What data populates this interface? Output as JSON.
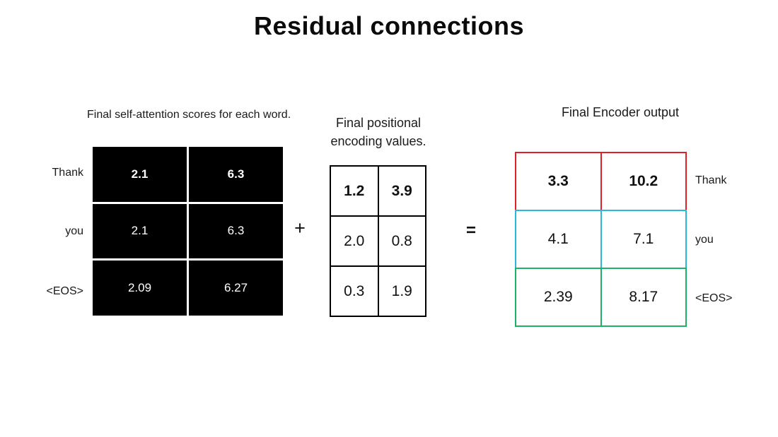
{
  "title": "Residual connections",
  "operators": {
    "plus": "+",
    "equals": "="
  },
  "colors": {
    "cell_black": "#000000",
    "cell_text_white": "#ffffff",
    "output_row_red": "#e02027",
    "output_row_cyan": "#29b8d8",
    "output_row_green": "#1bb264"
  },
  "attention": {
    "caption": "Final self-attention scores for each word.",
    "row_labels": [
      "Thank",
      "you",
      "<EOS>"
    ],
    "values": [
      [
        "2.1",
        "6.3"
      ],
      [
        "2.1",
        "6.3"
      ],
      [
        "2.09",
        "6.27"
      ]
    ]
  },
  "positional": {
    "caption": "Final positional encoding values.",
    "values": [
      [
        "1.2",
        "3.9"
      ],
      [
        "2.0",
        "0.8"
      ],
      [
        "0.3",
        "1.9"
      ]
    ]
  },
  "output": {
    "caption": "Final Encoder output",
    "row_labels": [
      "Thank",
      "you",
      "<EOS>"
    ],
    "row_colors": [
      "#e02027",
      "#29b8d8",
      "#1bb264"
    ],
    "values": [
      [
        "3.3",
        "10.2"
      ],
      [
        "4.1",
        "7.1"
      ],
      [
        "2.39",
        "8.17"
      ]
    ]
  }
}
